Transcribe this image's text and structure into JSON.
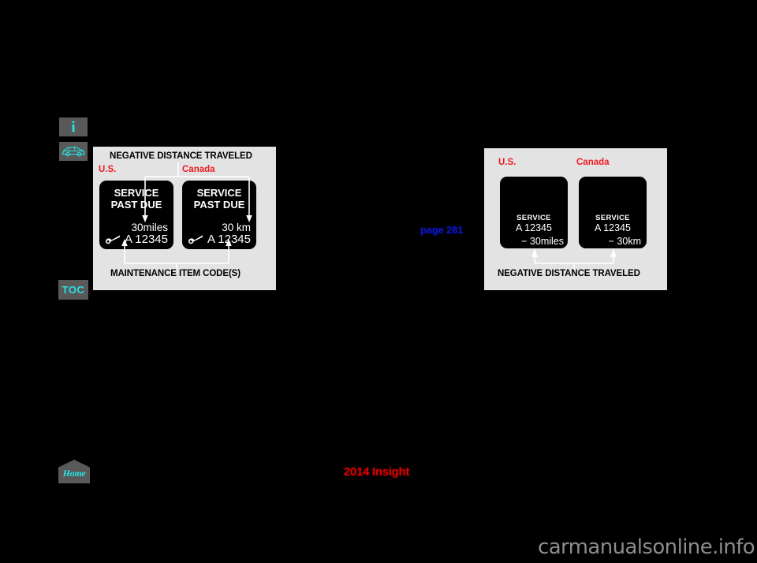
{
  "page": {
    "background_color": "#000000",
    "page_reference": "page 281",
    "model_name": "2014 Insight",
    "watermark": "carmanualsonline.info"
  },
  "sidebar": {
    "accent_color": "#27E3E3",
    "button_color": "#595959",
    "items": [
      {
        "name": "info-button",
        "icon": "info-i-icon",
        "label": "i"
      },
      {
        "name": "vehicle-button",
        "icon": "car-side-icon",
        "label": ""
      },
      {
        "name": "toc-button",
        "icon": "toc-icon",
        "label": "TOC"
      },
      {
        "name": "home-button",
        "icon": "home-icon",
        "label": "Home"
      }
    ]
  },
  "figures": [
    {
      "id": "figure-left",
      "top_caption": "NEGATIVE DISTANCE TRAVELED",
      "bottom_caption": "MAINTENANCE ITEM CODE(S)",
      "region_labels": [
        "U.S.",
        "Canada"
      ],
      "region_label_color": "#ED1C24",
      "panels": [
        {
          "region": "U.S.",
          "status_line1": "SERVICE",
          "status_line2": "PAST DUE",
          "distance": "30miles",
          "code_icon": "wrench-icon",
          "code": "A 12345"
        },
        {
          "region": "Canada",
          "status_line1": "SERVICE",
          "status_line2": "PAST DUE",
          "distance": "30 km",
          "code_icon": "wrench-icon",
          "code": "A 12345"
        }
      ]
    },
    {
      "id": "figure-right",
      "top_caption": "",
      "bottom_caption": "NEGATIVE DISTANCE TRAVELED",
      "region_labels": [
        "U.S.",
        "Canada"
      ],
      "region_label_color": "#ED1C24",
      "panels": [
        {
          "region": "U.S.",
          "status_line1": "SERVICE",
          "code": "A 12345",
          "distance": "− 30miles"
        },
        {
          "region": "Canada",
          "status_line1": "SERVICE",
          "code": "A 12345",
          "distance": "− 30km"
        }
      ]
    }
  ]
}
